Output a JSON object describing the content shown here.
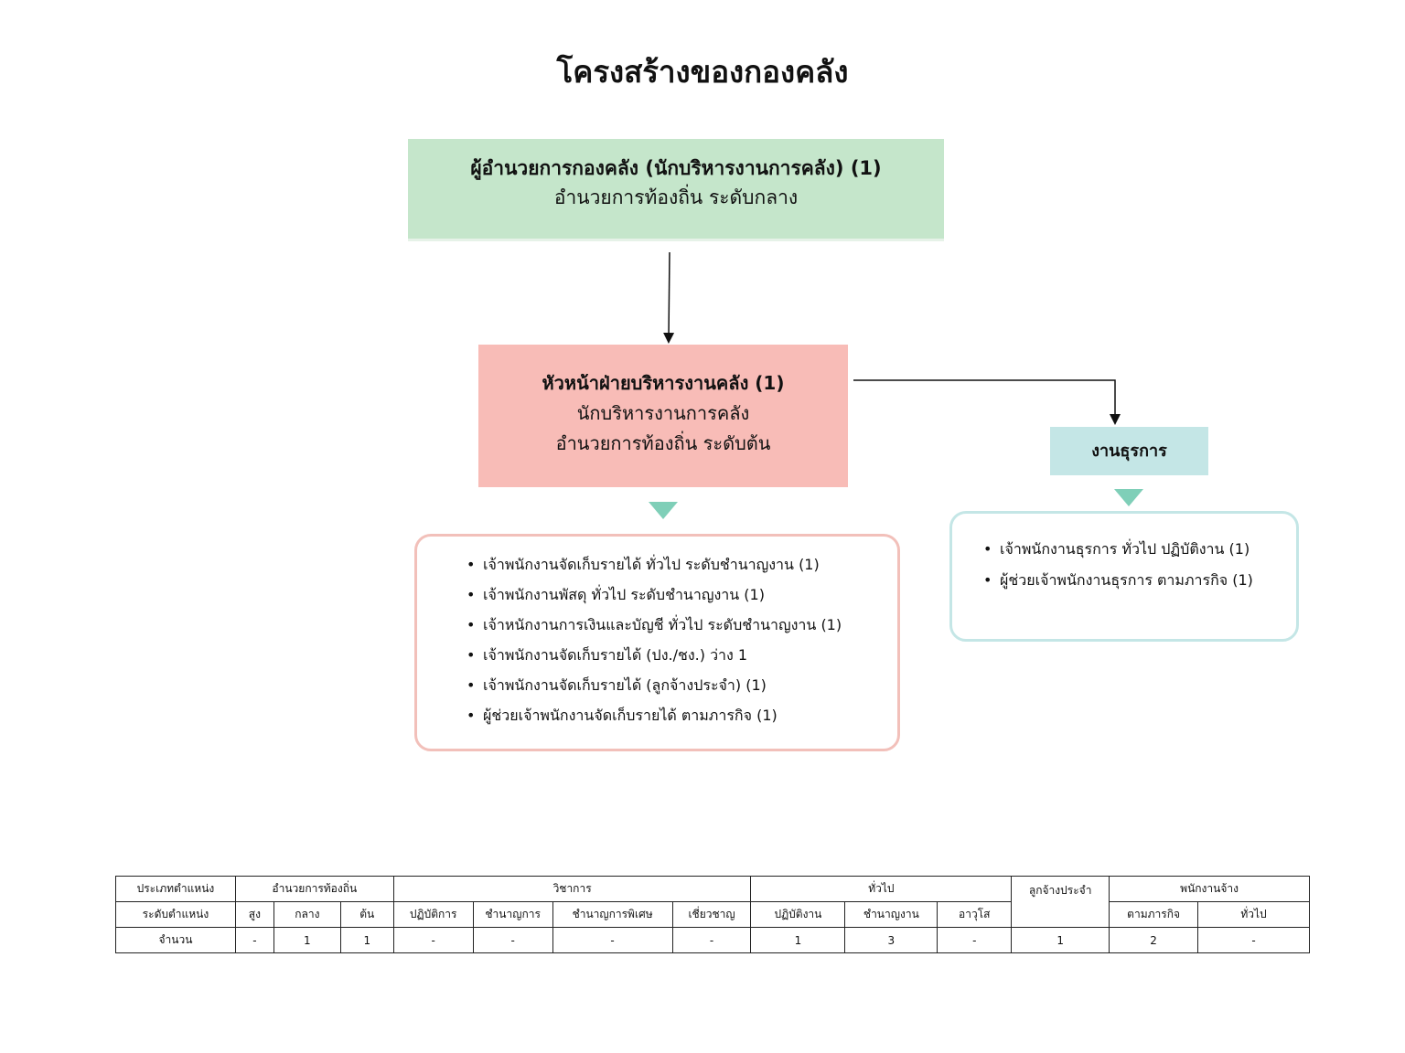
{
  "title": "โครงสร้างของกองคลัง",
  "director": {
    "line1": "ผู้อำนวยการกองคลัง (นักบริหารงานการคลัง) (1)",
    "line2": "อำนวยการท้องถิ่น ระดับกลาง"
  },
  "head": {
    "line1": "หัวหน้าฝ่ายบริหารงานคลัง (1)",
    "line2": "นักบริหารงานการคลัง",
    "line3": "อำนวยการท้องถิ่น ระดับต้น"
  },
  "admin_unit": {
    "label": "งานธุรการ"
  },
  "finance_staff": [
    "เจ้าพนักงานจัดเก็บรายได้ ทั่วไป ระดับชำนาญงาน (1)",
    "เจ้าพนักงานพัสดุ ทั่วไป ระดับชำนาญงาน (1)",
    "เจ้าหนักงานการเงินและบัญชี ทั่วไป ระดับชำนาญงาน (1)",
    "เจ้าพนักงานจัดเก็บรายได้ (ปง./ชง.) ว่าง 1",
    "เจ้าพนักงานจัดเก็บรายได้ (ลูกจ้างประจำ) (1)",
    "ผู้ช่วยเจ้าพนักงานจัดเก็บรายได้ ตามภารกิจ (1)"
  ],
  "admin_staff": [
    "เจ้าพนักงานธุรการ ทั่วไป ปฏิบัติงาน (1)",
    "ผู้ช่วยเจ้าพนักงานธุรการ ตามภารกิจ (1)"
  ],
  "table": {
    "row1": {
      "label": "ประเภทตำแหน่ง",
      "groups": [
        "อำนวยการท้องถิ่น",
        "วิชาการ",
        "ทั่วไป",
        "ลูกจ้างประจำ",
        "พนักงานจ้าง"
      ]
    },
    "row2": {
      "label": "ระดับตำแหน่ง",
      "levels": [
        "สูง",
        "กลาง",
        "ต้น",
        "ปฏิบัติการ",
        "ชำนาญการ",
        "ชำนาญการพิเศษ",
        "เชี่ยวชาญ",
        "ปฏิบัติงาน",
        "ชำนาญงาน",
        "อาวุโส",
        "ตามภารกิจ",
        "ทั่วไป"
      ]
    },
    "row3": {
      "label": "จำนวน",
      "values": [
        "-",
        "1",
        "1",
        "-",
        "-",
        "-",
        "-",
        "1",
        "3",
        "-",
        "1",
        "2",
        "-"
      ]
    }
  },
  "colors": {
    "director_bg": "#c5e6cb",
    "head_bg": "#f8bcb7",
    "admin_bg": "#c4e6e6",
    "triangle": "#7fcfb8"
  }
}
